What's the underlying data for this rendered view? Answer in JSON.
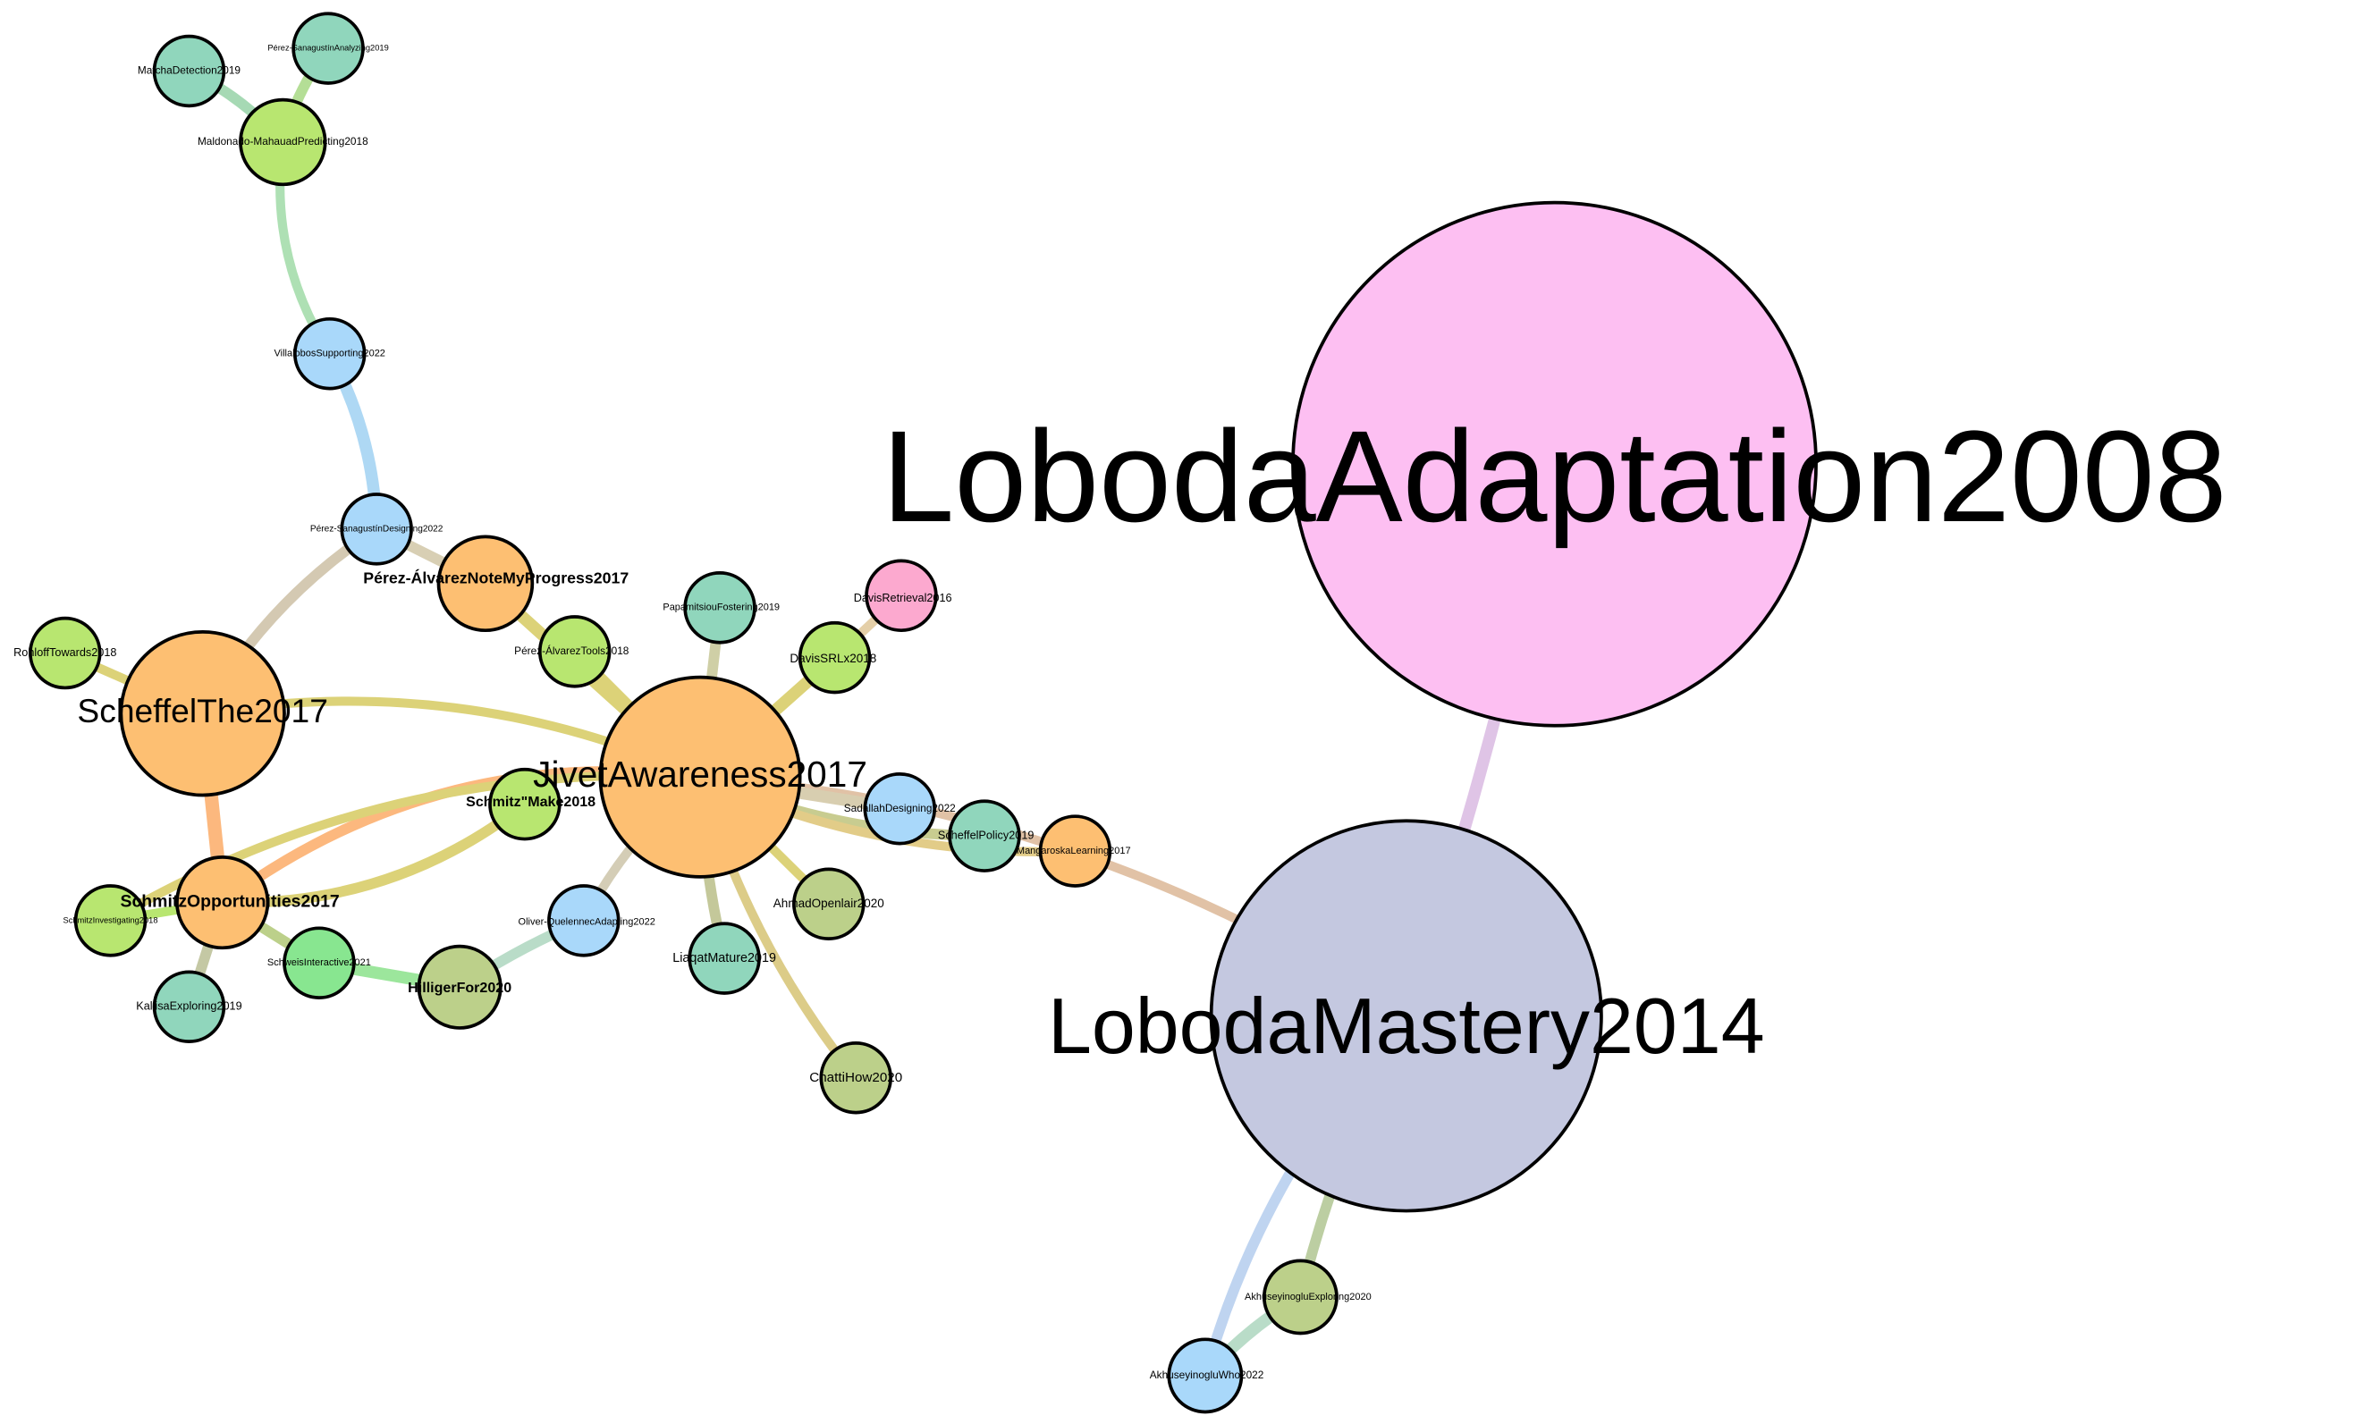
{
  "colors": {
    "pink": "#fdbff2",
    "lavender": "#c4c8e0",
    "orange": "#fdbf72",
    "lime": "#b8e670",
    "teal": "#90d6bc",
    "lightblue": "#a9d8fa",
    "olive": "#bcd08a",
    "green": "#88e690",
    "rose": "#fca9cf"
  },
  "nodes": [
    {
      "id": "LobodaAdaptation2008",
      "label": "LobodaAdaptation2008",
      "color": "pink"
    },
    {
      "id": "LobodaMastery2014",
      "label": "LobodaMastery2014",
      "color": "lavender"
    },
    {
      "id": "JivetAwareness2017",
      "label": "JivetAwareness2017",
      "color": "orange"
    },
    {
      "id": "ScheffelThe2017",
      "label": "ScheffelThe2017",
      "color": "orange"
    },
    {
      "id": "SchmitzOpportunities2017",
      "label": "SchmitzOpportunities2017",
      "color": "orange"
    },
    {
      "id": "Perez-AlvarezNoteMyProgress2017",
      "label": "Pérez-ÁlvarezNoteMyProgress2017",
      "color": "orange"
    },
    {
      "id": "Maldonado-MahauadPredicting2018",
      "label": "Maldonado-MahauadPredicting2018",
      "color": "lime"
    },
    {
      "id": "MatchaDetection2019",
      "label": "MatchaDetection2019",
      "color": "teal"
    },
    {
      "id": "Perez-SanagustinAnalyzing2019",
      "label": "Pérez-SanagustínAnalyzing2019",
      "color": "teal"
    },
    {
      "id": "VillalobosSupporting2022",
      "label": "VillalobosSupporting2022",
      "color": "lightblue"
    },
    {
      "id": "Perez-SanagustinDesigning2022",
      "label": "Pérez-SanagustínDesigning2022",
      "color": "lightblue"
    },
    {
      "id": "RohloffTowards2018",
      "label": "RohloffTowards2018",
      "color": "lime"
    },
    {
      "id": "Perez-AlvarezTools2018",
      "label": "Pérez-ÁlvarezTools2018",
      "color": "lime"
    },
    {
      "id": "PapamitsiouFostering2019",
      "label": "PapamitsiouFostering2019",
      "color": "teal"
    },
    {
      "id": "DavisRetrieval2016",
      "label": "DavisRetrieval2016",
      "color": "rose"
    },
    {
      "id": "DavisSRLx2018",
      "label": "DavisSRLx2018",
      "color": "lime"
    },
    {
      "id": "SchmitzMake2018",
      "label": "Schmitz\"Make2018",
      "color": "lime"
    },
    {
      "id": "SadallahDesigning2022",
      "label": "SadallahDesigning2022",
      "color": "lightblue"
    },
    {
      "id": "ScheffelPolicy2019",
      "label": "ScheffelPolicy2019",
      "color": "teal"
    },
    {
      "id": "MangaroskaLearning2017",
      "label": "MangaroskaLearning2017",
      "color": "orange"
    },
    {
      "id": "AhmadOpenlair2020",
      "label": "AhmadOpenlair2020",
      "color": "olive"
    },
    {
      "id": "LiaqatMature2019",
      "label": "LiaqatMature2019",
      "color": "teal"
    },
    {
      "id": "ChattiHow2020",
      "label": "ChattiHow2020",
      "color": "olive"
    },
    {
      "id": "Oliver-QuelennecAdapting2022",
      "label": "Oliver-QuelennecAdapting2022",
      "color": "lightblue"
    },
    {
      "id": "HilligerFor2020",
      "label": "HilligerFor2020",
      "color": "olive"
    },
    {
      "id": "SchweisInteractive2021",
      "label": "SchweisInteractive2021",
      "color": "green"
    },
    {
      "id": "SchmitzInvestigating2018",
      "label": "SchmitzInvestigating2018",
      "color": "lime"
    },
    {
      "id": "KaliisaExploring2019",
      "label": "KaliisaExploring2019",
      "color": "teal"
    },
    {
      "id": "AkhuseyinogluExploring2020",
      "label": "AkhuseyinogluExploring2020",
      "color": "olive"
    },
    {
      "id": "AkhuseyinogluWho2022",
      "label": "AkhuseyinogluWho2022",
      "color": "lightblue"
    }
  ]
}
